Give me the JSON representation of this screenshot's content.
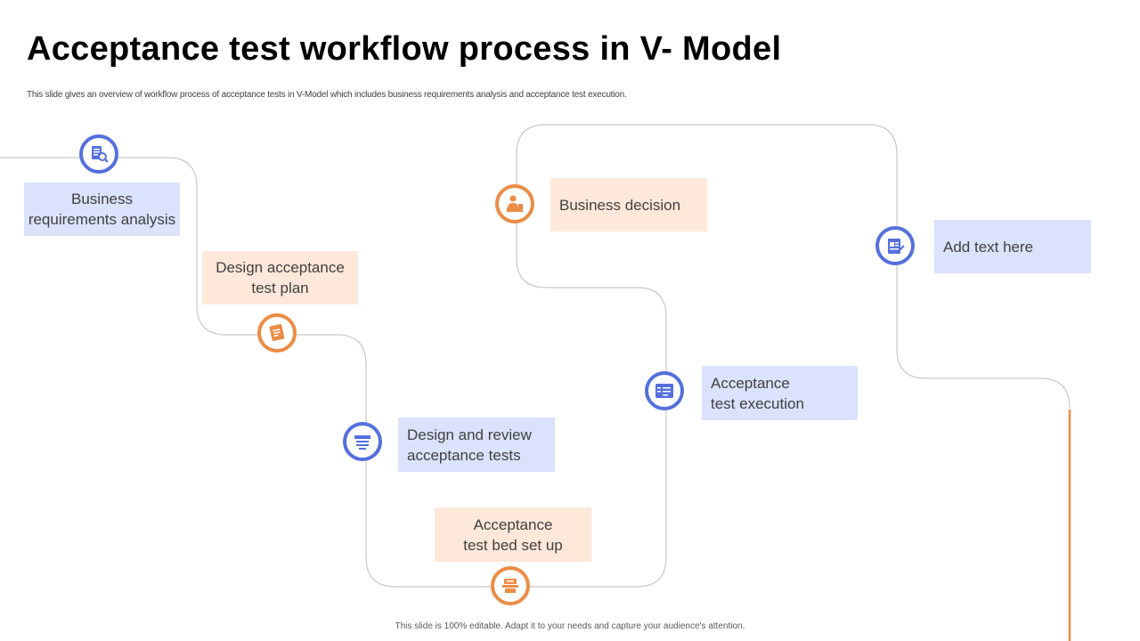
{
  "slide": {
    "title": "Acceptance test workflow process in V- Model",
    "subtitle": "This slide gives an overview of workflow process of acceptance tests in V-Model which includes business requirements analysis and acceptance test execution.",
    "footer": "This slide is 100% editable. Adapt it to your needs and capture your audience's attention."
  },
  "colors": {
    "blue": "#5470dd",
    "orange": "#ec8c45",
    "blue_fill": "#dbe2fc",
    "peach_fill": "#fde8d9",
    "path": "#bfbfbf"
  },
  "steps": [
    {
      "label": "Business\nrequirements analysis",
      "icon": "document-search-icon",
      "color": "blue"
    },
    {
      "label": "Design acceptance\ntest plan",
      "icon": "test-plan-icon",
      "color": "orange"
    },
    {
      "label": "Design and review\nacceptance tests",
      "icon": "review-list-icon",
      "color": "blue"
    },
    {
      "label": "Acceptance\ntest bed set up",
      "icon": "test-bed-icon",
      "color": "orange"
    },
    {
      "label": "Acceptance\ntest execution",
      "icon": "execution-screen-icon",
      "color": "blue"
    },
    {
      "label": "Business decision",
      "icon": "businessperson-desk-icon",
      "color": "orange"
    },
    {
      "label": "Add text here",
      "icon": "text-document-icon",
      "color": "blue"
    }
  ]
}
